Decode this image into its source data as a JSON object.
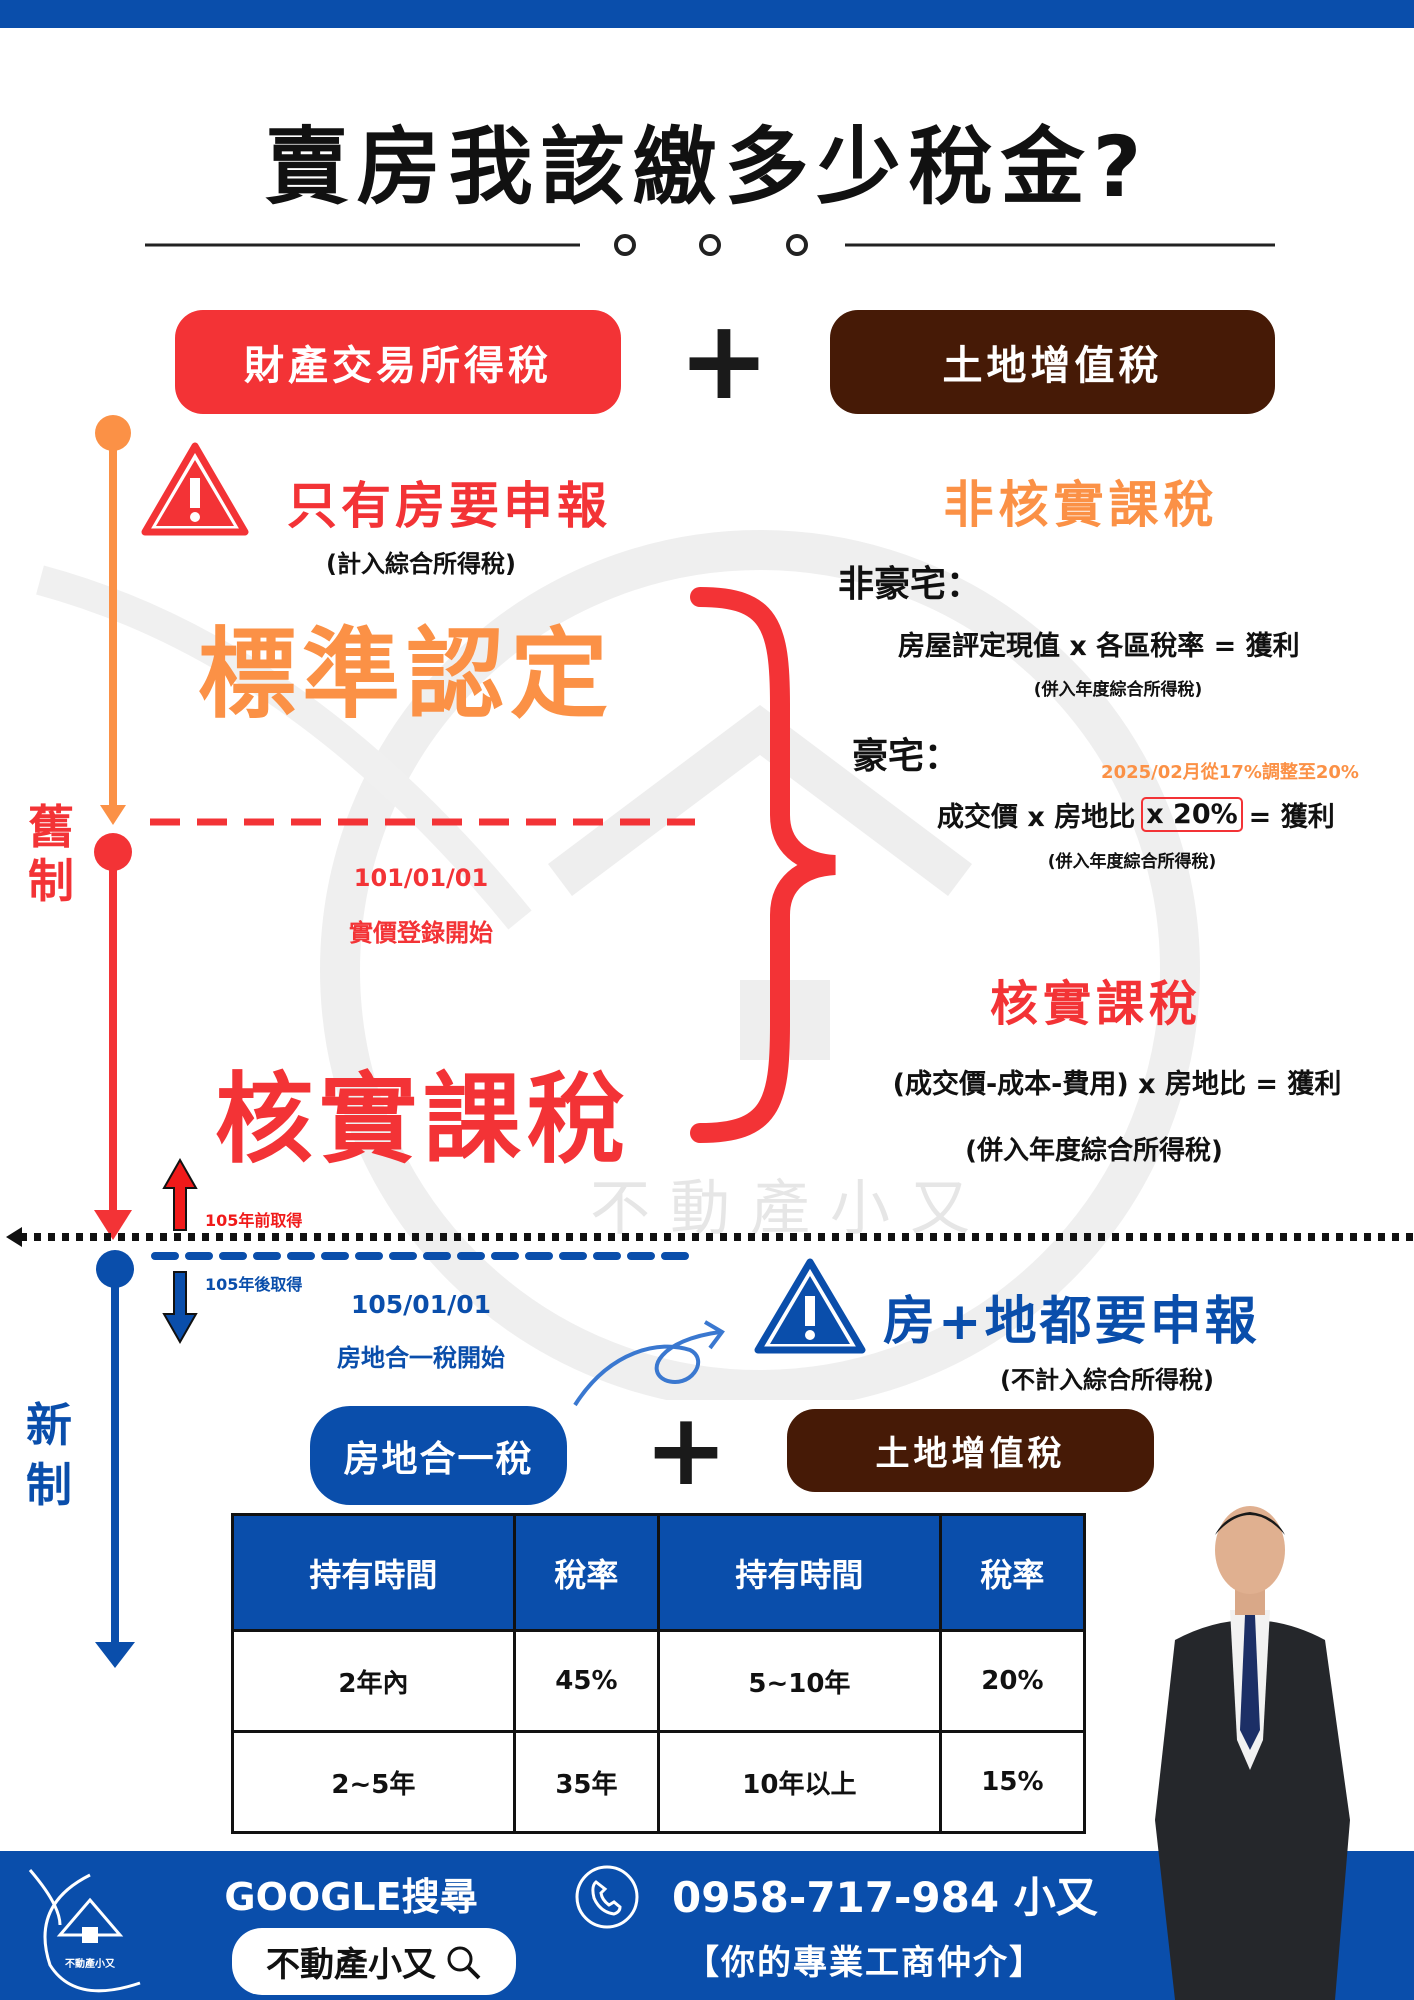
{
  "title": "賣房我該繳多少稅金?",
  "top_pills": {
    "left": "財產交易所得稅",
    "right": "土地增值稅"
  },
  "old_system": {
    "label_1": "舊",
    "label_2": "制",
    "warning": "只有房要申報",
    "warning_note": "(計入綜合所得稅)",
    "standard": "標準認定",
    "date": "101/01/01",
    "date_event": "實價登錄開始",
    "actual": "核實課稅"
  },
  "right_panel": {
    "non_actual_title": "非核實課稅",
    "non_luxury_label": "非豪宅：",
    "non_luxury_formula": "房屋評定現值  x 各區稅率  = 獲利",
    "merge_note": "(併入年度綜合所得稅)",
    "luxury_label": "豪宅：",
    "luxury_update": "2025/02月從17%調整至20%",
    "luxury_formula_a": "成交價 x 房地比",
    "luxury_formula_rate": "x 20%",
    "luxury_formula_b": "= 獲利",
    "actual_title": "核實課稅",
    "actual_formula": "(成交價-成本-費用) x 房地比 = 獲利",
    "actual_note": "(併入年度綜合所得稅)"
  },
  "divider": {
    "before": "105年前取得",
    "after": "105年後取得"
  },
  "new_system": {
    "label_1": "新",
    "label_2": "制",
    "date": "105/01/01",
    "date_event": "房地合一稅開始",
    "warning": "房+地都要申報",
    "warning_note": "(不計入綜合所得稅)",
    "pill_left": "房地合一稅",
    "pill_right": "土地增值稅"
  },
  "table": {
    "headers": [
      "持有時間",
      "稅率",
      "持有時間",
      "稅率"
    ],
    "rows": [
      [
        "2年內",
        "45%",
        "5~10年",
        "20%"
      ],
      [
        "2~5年",
        "35年",
        "10年以上",
        "15%"
      ]
    ]
  },
  "footer": {
    "google": "GOOGLE搜尋",
    "search_term": "不動產小又",
    "phone": "0958-717-984  小又",
    "slogan": "【你的專業工商仲介】",
    "logo_text": "不動產小又"
  },
  "watermark": "不動產小又",
  "colors": {
    "blue": "#0a4eab",
    "red": "#f33336",
    "orange": "#fb9146",
    "brown": "#461a06"
  }
}
